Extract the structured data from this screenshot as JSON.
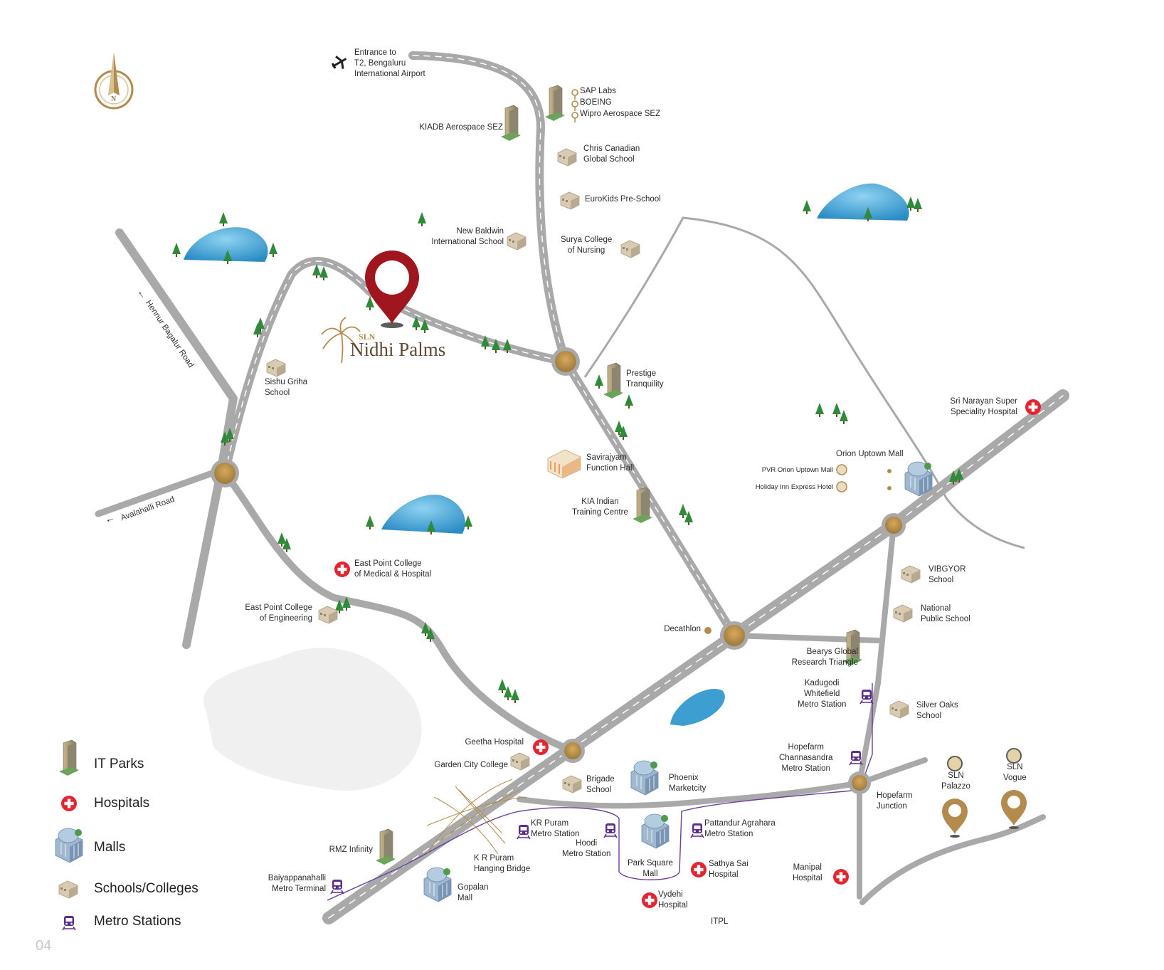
{
  "project": {
    "brand_small": "SLN",
    "brand_name": "Nidhi Palms"
  },
  "page_number": "04",
  "roads": {
    "hennur": "Hennur Bagalur Road",
    "avalahalli": "Avalahalli Road"
  },
  "labels": {
    "airport": "Entrance to\nT2, Bengaluru\nInternational Airport",
    "sap": "SAP Labs",
    "boeing": "BOEING",
    "wipro": "Wipro Aerospace SEZ",
    "kiadb": "KIADB Aerospace SEZ",
    "chris": "Chris Canadian\nGlobal School",
    "eurokids": "EuroKids Pre-School",
    "baldwin": "New Baldwin\nInternational School",
    "surya": "Surya College\nof Nursing",
    "sishu": "Sishu Griha\nSchool",
    "prestige": "Prestige\nTranquility",
    "savirajyam": "Savirajyam\nFunction Hall",
    "kia": "KIA Indian\nTraining Centre",
    "eastpoint_hosp": "East Point College\nof Medical & Hospital",
    "eastpoint_eng": "East Point College\nof Engineering",
    "srinarayan": "Sri Narayan Super\nSpeciality Hospital",
    "orion": "Orion Uptown Mall",
    "pvr": "PVR Orion Uptown Mall",
    "holiday": "Holiday Inn Express Hotel",
    "vibgyor": "VIBGYOR\nSchool",
    "nps": "National\nPublic School",
    "decathlon": "Decathlon",
    "bearys": "Bearys Global\nResearch Triangle",
    "kadugodi": "Kadugodi\nWhitefield\nMetro Station",
    "silveroaks": "Silver Oaks\nSchool",
    "geetha": "Geetha Hospital",
    "gardencity": "Garden City College",
    "brigade": "Brigade\nSchool",
    "phoenix": "Phoenix\nMarketcity",
    "hopefarm_metro": "Hopefarm\nChannasandra\nMetro Station",
    "hopefarm_jn": "Hopefarm\nJunction",
    "sln_palazzo": "SLN\nPalazzo",
    "sln_vogue": "SLN\nVogue",
    "krpuram_metro": "KR Puram\nMetro Station",
    "hoodi": "Hoodi\nMetro Station",
    "pattandur": "Pattandur Agrahara\nMetro Station",
    "rmz": "RMZ Infinity",
    "hanging": "K R Puram\nHanging Bridge",
    "parksquare": "Park Square\nMall",
    "sathya": "Sathya Sai\nHospital",
    "manipal": "Manipal\nHospital",
    "baiyappanahalli": "Baiyappanahalli\nMetro Terminal",
    "gopalan": "Gopalan\nMall",
    "vydehi": "Vydehi\nHospital",
    "itpl": "ITPL"
  },
  "legend": [
    {
      "icon": "it-park-icon",
      "label": "IT Parks"
    },
    {
      "icon": "hospital-icon",
      "label": "Hospitals"
    },
    {
      "icon": "mall-icon",
      "label": "Malls"
    },
    {
      "icon": "school-icon",
      "label": "Schools/Colleges"
    },
    {
      "icon": "metro-icon",
      "label": "Metro Stations"
    }
  ],
  "colors": {
    "road": "#a9a9a9",
    "pin": "#a0161f",
    "hospital": "#e32530",
    "metro": "#5b2d8e",
    "gold": "#b38b4d",
    "water": "#3d9fd1"
  }
}
